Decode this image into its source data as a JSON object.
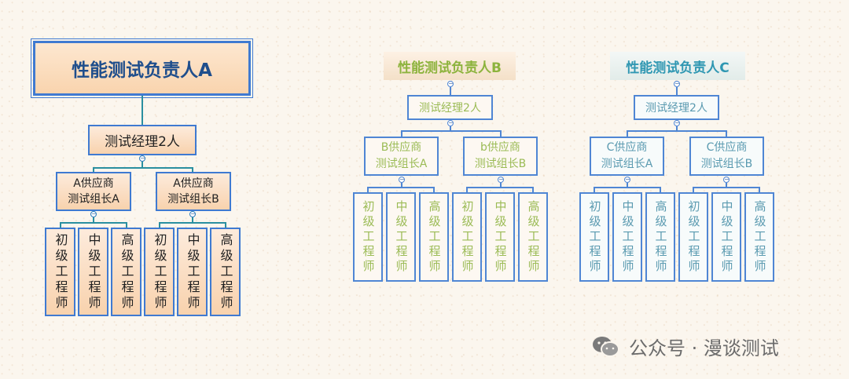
{
  "tree_a": {
    "root": "性能测试负责人A",
    "manager": "测试经理2人",
    "leads": [
      {
        "line1": "A供应商",
        "line2": "测试组长A",
        "engineers": [
          "初级工程师",
          "中级工程师",
          "高级工程师"
        ]
      },
      {
        "line1": "A供应商",
        "line2": "测试组长B",
        "engineers": [
          "初级工程师",
          "中级工程师",
          "高级工程师"
        ]
      }
    ]
  },
  "tree_b": {
    "root": "性能测试负责人B",
    "manager": "测试经理2人",
    "leads": [
      {
        "line1": "B供应商",
        "line2": "测试组长A",
        "engineers": [
          "初级工程师",
          "中级工程师",
          "高级工程师"
        ]
      },
      {
        "line1": "b供应商",
        "line2": "测试组长B",
        "engineers": [
          "初级工程师",
          "中级工程师",
          "高级工程师"
        ]
      }
    ]
  },
  "tree_c": {
    "root": "性能测试负责人C",
    "manager": "测试经理2人",
    "leads": [
      {
        "line1": "C供应商",
        "line2": "测试组长A",
        "engineers": [
          "初级工程师",
          "中级工程师",
          "高级工程师"
        ]
      },
      {
        "line1": "C供应商",
        "line2": "测试组长B",
        "engineers": [
          "初级工程师",
          "中级工程师",
          "高级工程师"
        ]
      }
    ]
  },
  "collapse_symbol": "−",
  "watermark": {
    "text": "公众号 · 漫谈测试",
    "icon": "wechat-icon"
  }
}
